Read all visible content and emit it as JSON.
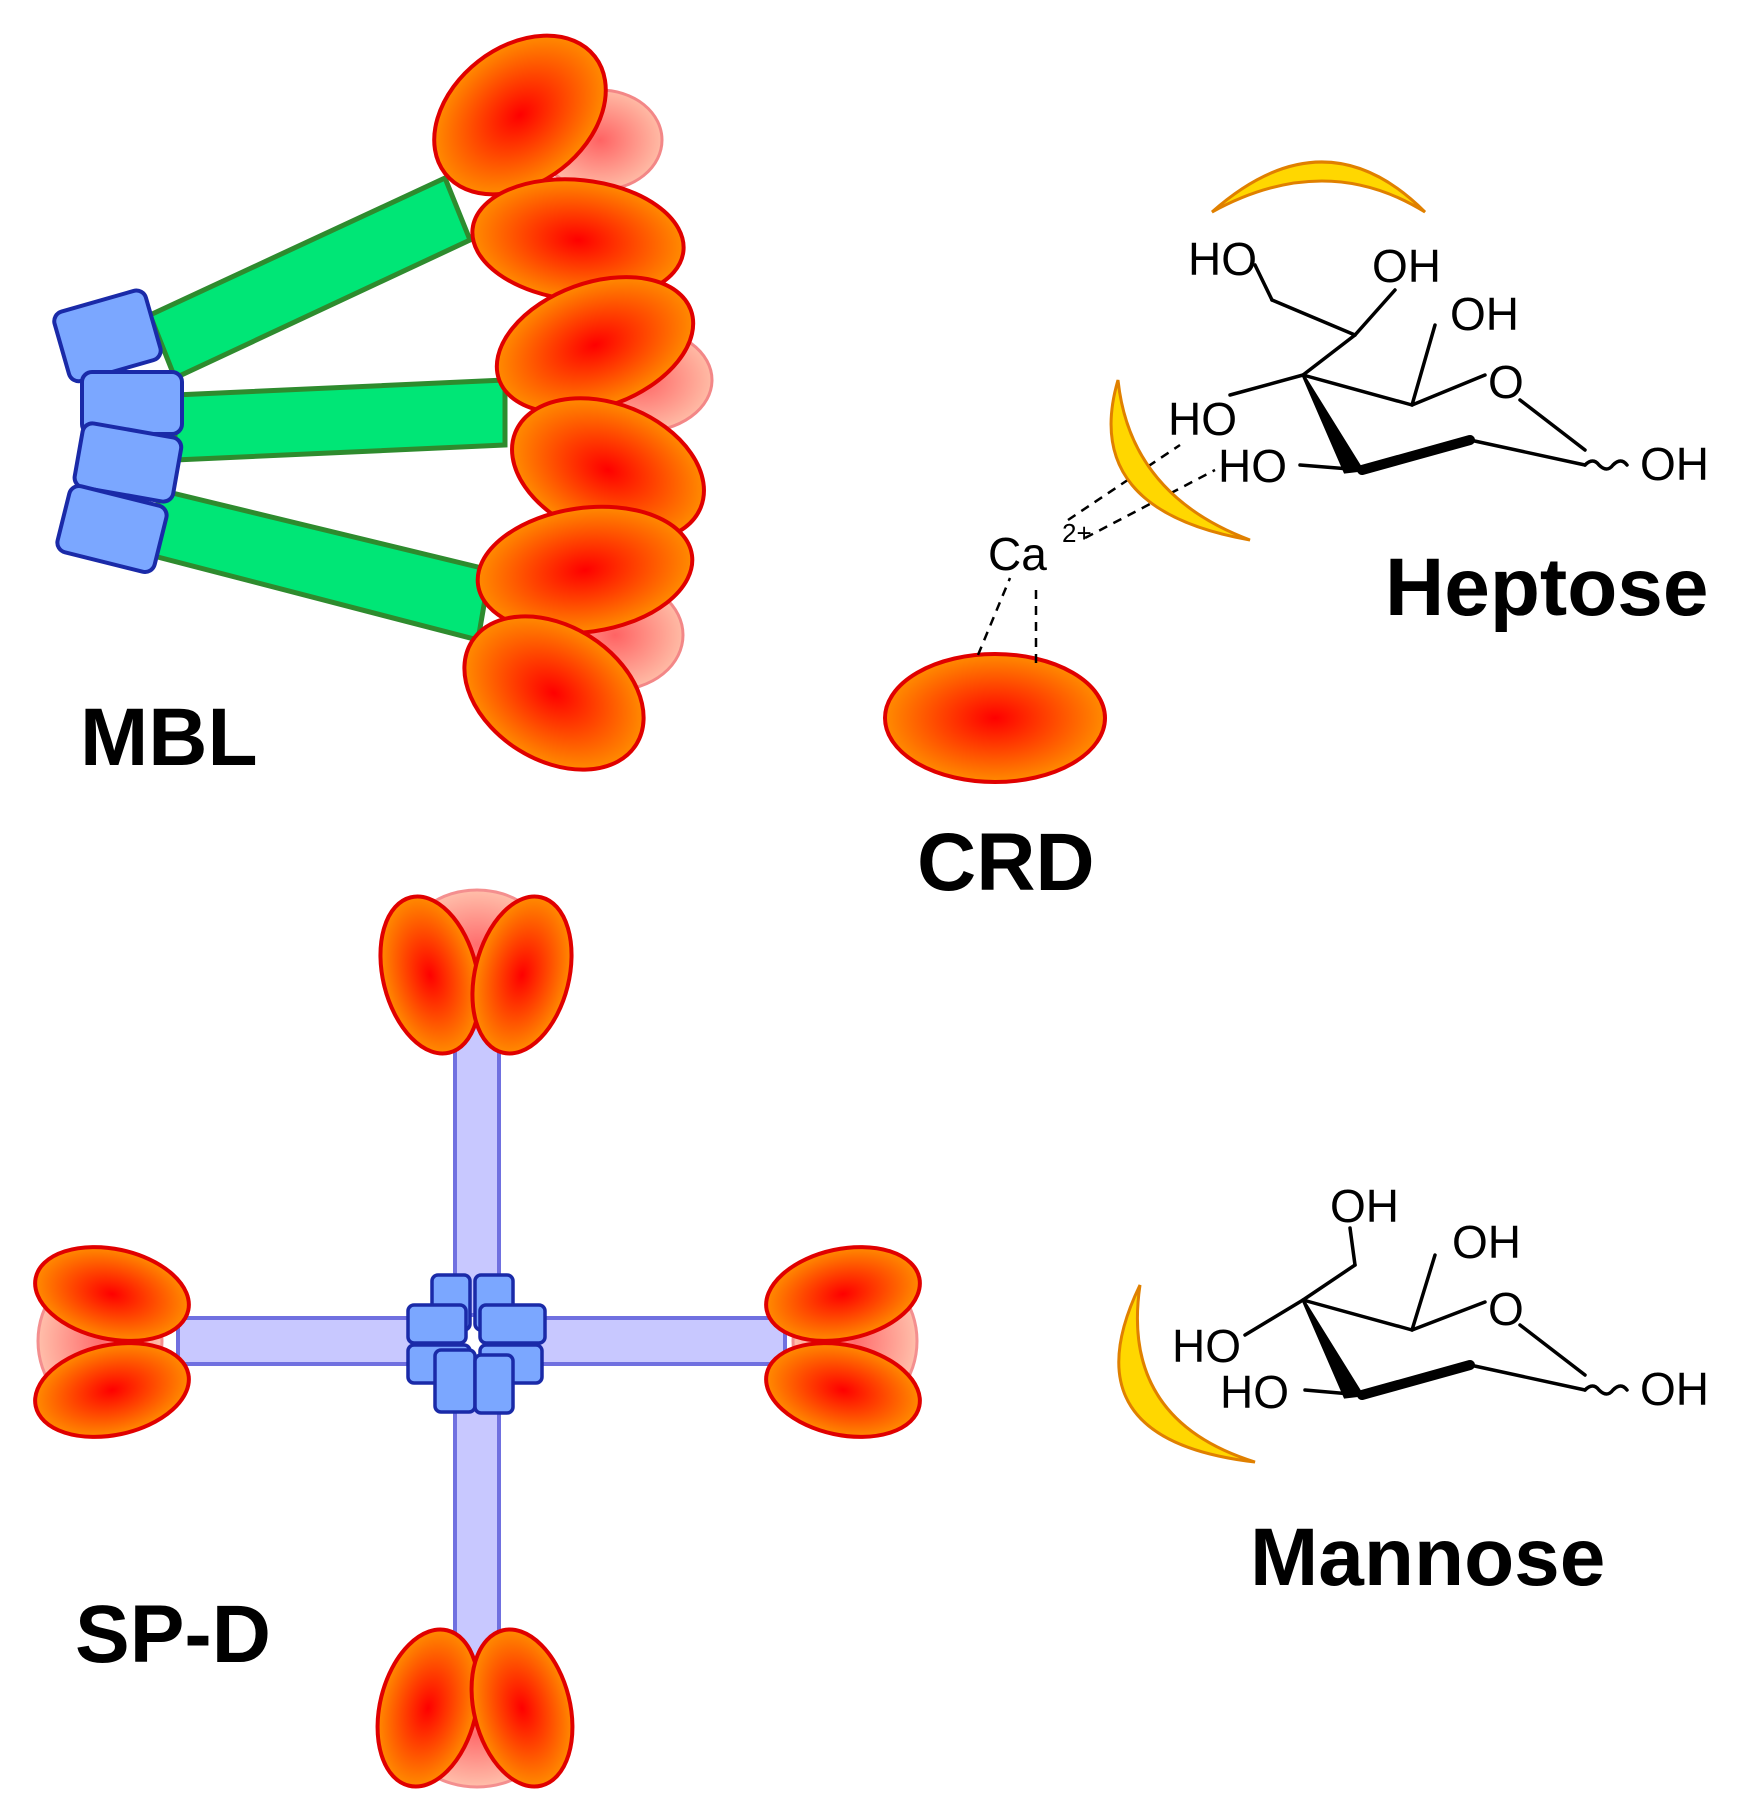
{
  "labels": {
    "mbl": "MBL",
    "sp_d": "SP-D",
    "crd": "CRD",
    "heptose": "Heptose",
    "mannose": "Mannose"
  },
  "chemistry": {
    "calcium": "Ca",
    "calcium_charge": "2+",
    "ring_oxygen": "O",
    "hydroxyl": "OH",
    "hydroxyl_left": "HO"
  },
  "colors": {
    "crd_fill_center": "#ff0000",
    "crd_fill_edge": "#ff9900",
    "crd_outline": "#e00000",
    "mbl_stalk": "#00e676",
    "mbl_stalk_outline": "#2e8b2e",
    "n_terminal_domain": "#7ba7ff",
    "n_terminal_outline": "#1a2aa8",
    "spd_stalk": "#c8c8ff",
    "spd_stalk_outline": "#7070e0",
    "sugar_binding_site": "#ffd700"
  }
}
